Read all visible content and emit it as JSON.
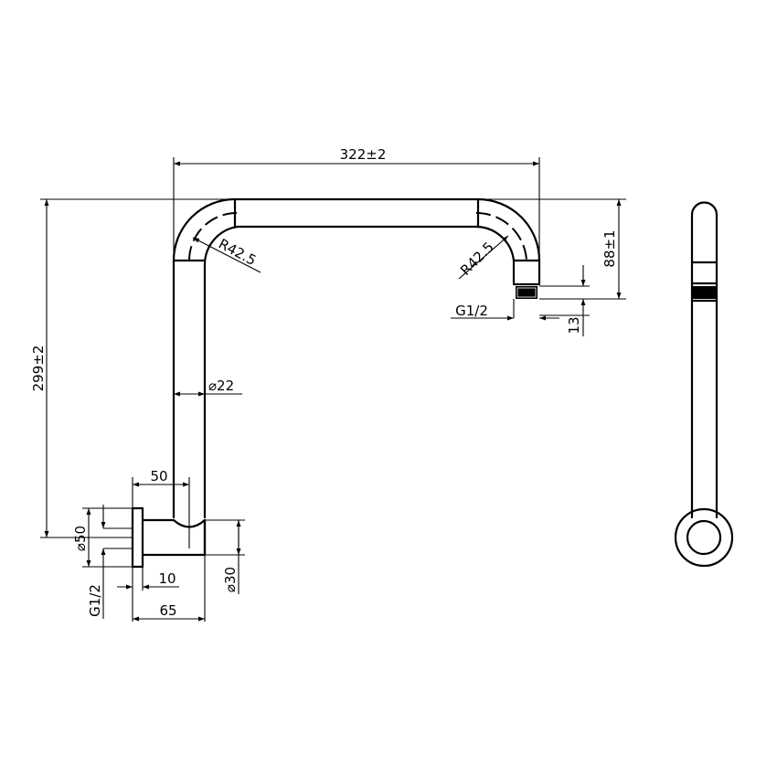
{
  "dimensions": {
    "width_total": "322±2",
    "height_total": "299±2",
    "drop": "88±1",
    "bend_radius_left": "R42.5",
    "bend_radius_right": "R42.5",
    "thread_outlet": "G1/2",
    "thread_length": "13",
    "pipe_diameter": "⌀22",
    "flange_offset": "50",
    "flange_diameter": "⌀50",
    "flange_thickness": "10",
    "body_diameter": "⌀30",
    "inlet_length": "65",
    "thread_inlet": "G1/2"
  }
}
